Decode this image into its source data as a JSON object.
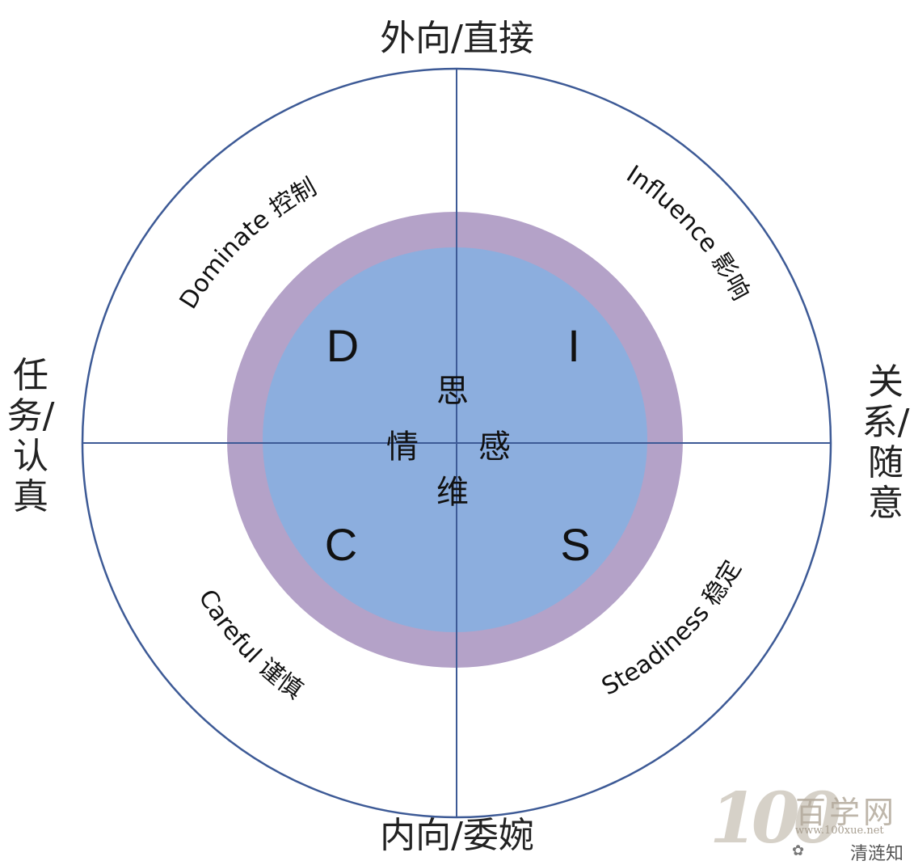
{
  "axes": {
    "top": "外向/直接",
    "bottom": "内向/委婉",
    "left": "任务/认真",
    "right": "关系/随意"
  },
  "quadrants": {
    "top_left": {
      "letter": "D",
      "label": "Dominate 控制"
    },
    "top_right": {
      "letter": "I",
      "label": "Influence 影响"
    },
    "bottom_left": {
      "letter": "C",
      "label": "Careful 谨慎"
    },
    "bottom_right": {
      "letter": "S",
      "label": "Steadiness 稳定"
    }
  },
  "center": {
    "top": "思",
    "left": "情",
    "right": "感",
    "bottom": "维"
  },
  "colors": {
    "lines": "#3d5a96",
    "outer_ring": "#b4a2c8",
    "inner_disk": "#8caede",
    "text": "#111111"
  },
  "watermark": {
    "logo_number": "100",
    "logo_text": "百学网",
    "url": "www.100xue.net",
    "account": "清涟知"
  }
}
